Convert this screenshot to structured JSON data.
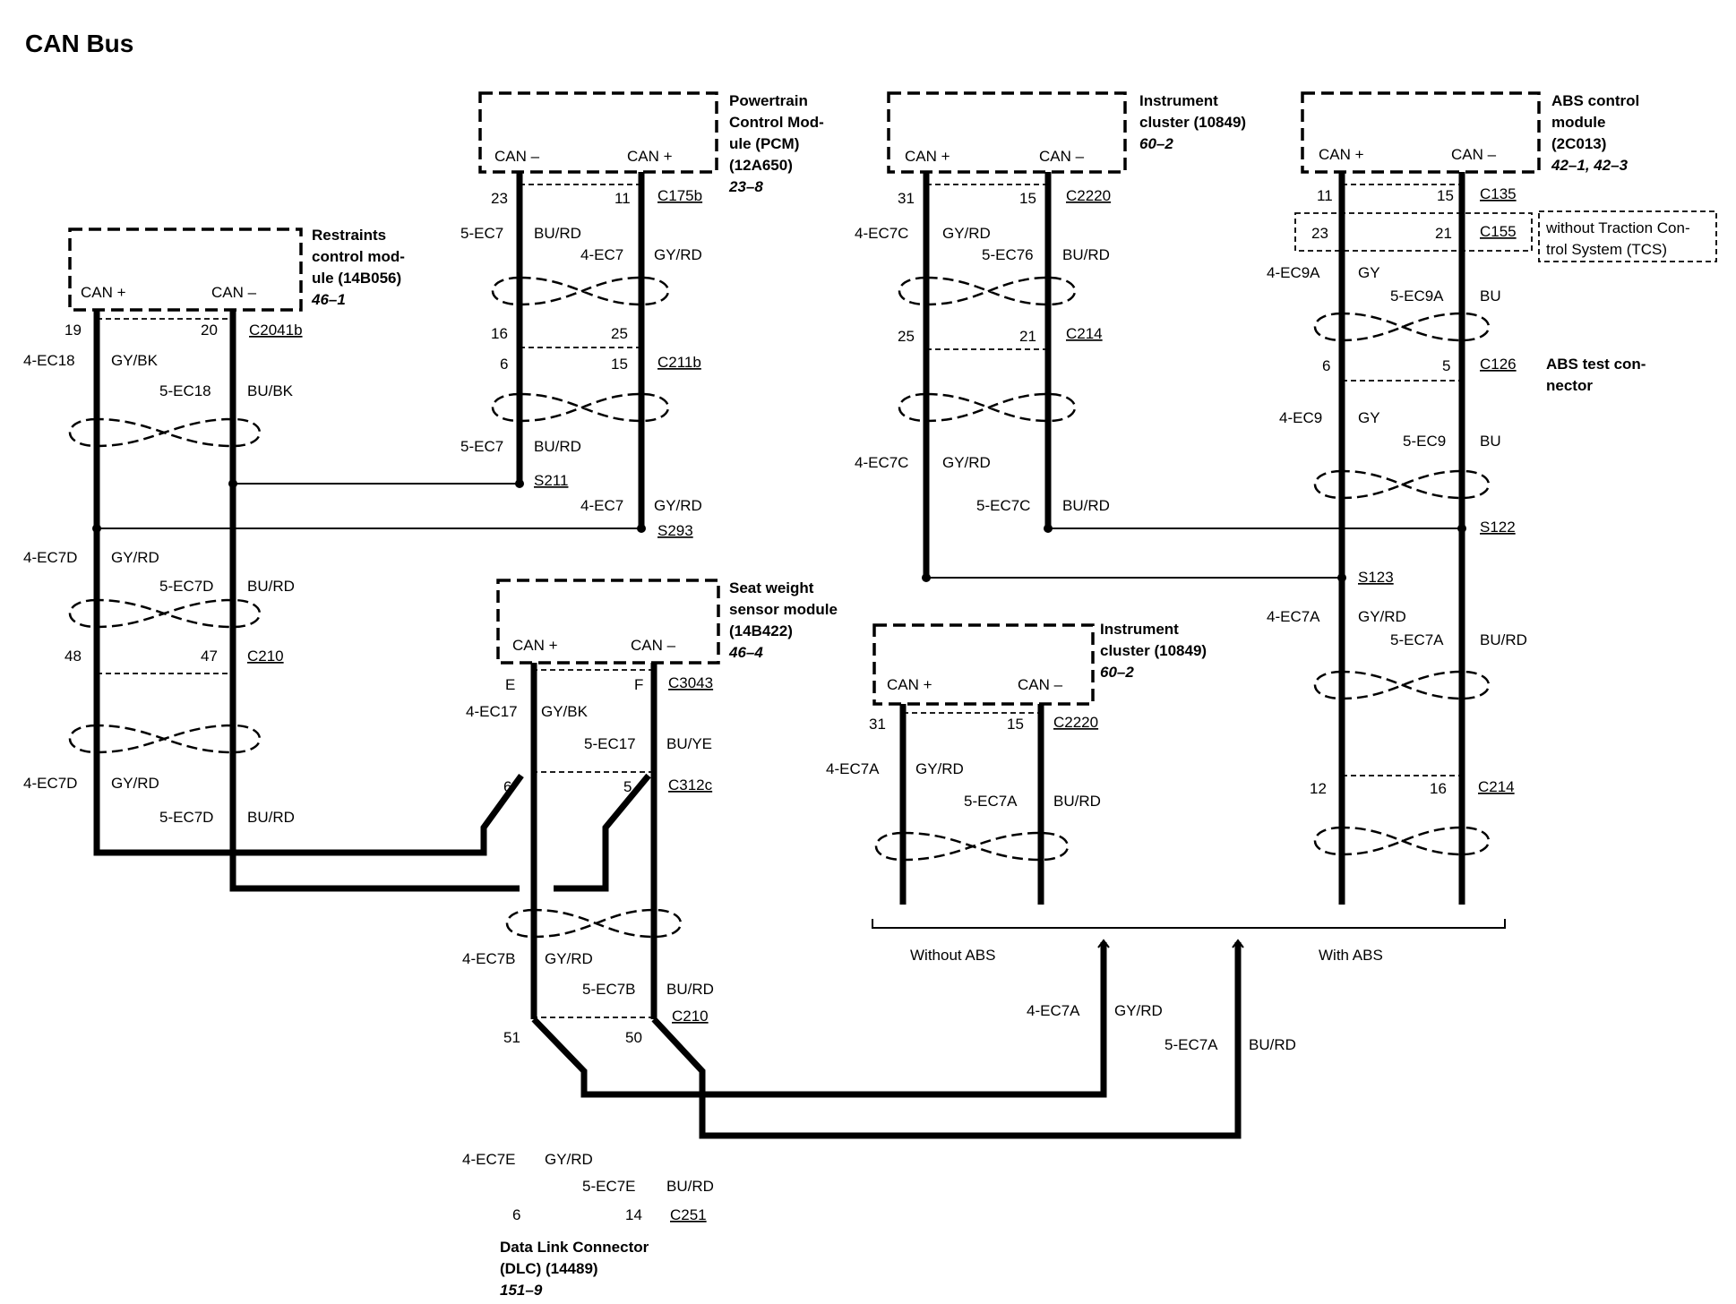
{
  "title": "CAN Bus",
  "modules": {
    "pcm": {
      "l1": "Powertrain",
      "l2": "Control Mod-",
      "l3": "ule (PCM)",
      "l4": "(12A650)",
      "ref": "23–8",
      "pinA": "CAN –",
      "pinB": "CAN +"
    },
    "ic_top": {
      "l1": "Instrument",
      "l2": "cluster (10849)",
      "ref": "60–2",
      "pinA": "CAN +",
      "pinB": "CAN –"
    },
    "abs": {
      "l1": "ABS control",
      "l2": "module",
      "l3": "(2C013)",
      "ref": "42–1, 42–3",
      "pinA": "CAN +",
      "pinB": "CAN –"
    },
    "rcm": {
      "l1": "Restraints",
      "l2": "control mod-",
      "l3": "ule (14B056)",
      "ref": "46–1",
      "pinA": "CAN +",
      "pinB": "CAN –"
    },
    "swsm": {
      "l1": "Seat weight",
      "l2": "sensor module",
      "l3": "(14B422)",
      "ref": "46–4",
      "pinA": "CAN +",
      "pinB": "CAN –"
    },
    "ic_bot": {
      "l1": "Instrument",
      "l2": "cluster (10849)",
      "ref": "60–2",
      "pinA": "CAN +",
      "pinB": "CAN –"
    },
    "dlc": {
      "l1": "Data Link Connector",
      "l2": "(DLC) (14489)",
      "ref": "151–9"
    }
  },
  "pcm_side": {
    "p23": "23",
    "p11": "11",
    "c175b": "C175b",
    "w1": "5-EC7",
    "w1c": "BU/RD",
    "w2": "4-EC7",
    "w2c": "GY/RD",
    "p16": "16",
    "p25": "25",
    "p6": "6",
    "p15": "15",
    "c211b": "C211b",
    "w3": "5-EC7",
    "w3c": "BU/RD",
    "s211": "S211",
    "w4": "4-EC7",
    "w4c": "GY/RD",
    "s293": "S293"
  },
  "ic_side": {
    "p31": "31",
    "p15": "15",
    "c2220": "C2220",
    "w1": "4-EC7C",
    "w1c": "GY/RD",
    "w2": "5-EC76",
    "w2c": "BU/RD",
    "p25": "25",
    "p21": "21",
    "c214": "C214",
    "w3": "4-EC7C",
    "w3c": "GY/RD",
    "w4": "5-EC7C",
    "w4c": "BU/RD"
  },
  "abs_side": {
    "p11": "11",
    "p15": "15",
    "c135": "C135",
    "p23": "23",
    "p21": "21",
    "c155": "C155",
    "tcs1": "without Traction Con-",
    "tcs2": "trol System (TCS)",
    "w1": "4-EC9A",
    "w1c": "GY",
    "w2": "5-EC9A",
    "w2c": "BU",
    "p6": "6",
    "p5": "5",
    "c126": "C126",
    "tc1": "ABS test con-",
    "tc2": "nector",
    "w3": "4-EC9",
    "w3c": "GY",
    "w4": "5-EC9",
    "w4c": "BU",
    "s122": "S122",
    "s123": "S123",
    "w5": "4-EC7A",
    "w5c": "GY/RD",
    "w6": "5-EC7A",
    "w6c": "BU/RD",
    "p12": "12",
    "p16": "16",
    "c214": "C214",
    "with": "With ABS"
  },
  "rcm_side": {
    "p19": "19",
    "p20": "20",
    "c2041b": "C2041b",
    "w1": "4-EC18",
    "w1c": "GY/BK",
    "w2": "5-EC18",
    "w2c": "BU/BK",
    "w3": "4-EC7D",
    "w3c": "GY/RD",
    "w4": "5-EC7D",
    "w4c": "BU/RD",
    "p48": "48",
    "p47": "47",
    "c210": "C210",
    "w5": "4-EC7D",
    "w5c": "GY/RD",
    "w6": "5-EC7D",
    "w6c": "BU/RD"
  },
  "sw_side": {
    "pE": "E",
    "pF": "F",
    "c3043": "C3043",
    "w1": "4-EC17",
    "w1c": "GY/BK",
    "w2": "5-EC17",
    "w2c": "BU/YE",
    "p6": "6",
    "p5": "5",
    "c312c": "C312c",
    "w3": "4-EC7B",
    "w3c": "GY/RD",
    "w4": "5-EC7B",
    "w4c": "BU/RD",
    "p51": "51",
    "p50": "50",
    "c210": "C210",
    "w5": "4-EC7E",
    "w5c": "GY/RD",
    "w6": "5-EC7E",
    "w6c": "BU/RD",
    "p6b": "6",
    "p14": "14",
    "c251": "C251"
  },
  "icb_side": {
    "p31": "31",
    "p15": "15",
    "c2220": "C2220",
    "w1": "4-EC7A",
    "w1c": "GY/RD",
    "w2": "5-EC7A",
    "w2c": "BU/RD",
    "without": "Without ABS",
    "w3": "4-EC7A",
    "w3c": "GY/RD",
    "w4": "5-EC7A",
    "w4c": "BU/RD"
  }
}
